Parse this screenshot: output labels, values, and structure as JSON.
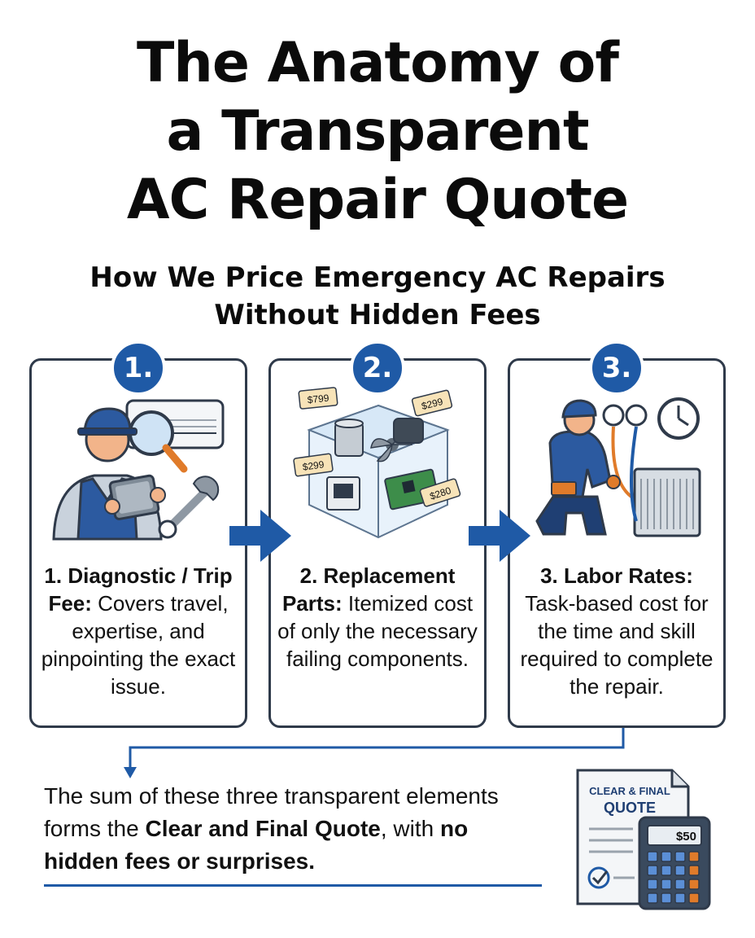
{
  "title": {
    "line1": "The Anatomy of",
    "line2": "a Transparent",
    "line3": "AC Repair Quote"
  },
  "subtitle": {
    "line1": "How We Price Emergency AC Repairs",
    "line2": "Without Hidden Fees"
  },
  "steps": [
    {
      "badge": "1.",
      "heading": "1. Diagnostic / Trip Fee:",
      "body": "Covers travel, expertise, and pinpointing the exact issue."
    },
    {
      "badge": "2.",
      "heading": "2. Replacement Parts:",
      "body": "Itemized cost of only the necessary failing components.",
      "price_tags": [
        "$799",
        "$299",
        "$299",
        "$280"
      ]
    },
    {
      "badge": "3.",
      "heading": "3. Labor Rates:",
      "body": "Task-based cost for the time and skill required to complete the repair."
    }
  ],
  "summary": {
    "part1": "The sum of these three transparent elements forms the ",
    "bold1": "Clear and Final Quote",
    "part2": ", with ",
    "bold2": "no hidden fees or surprises."
  },
  "quote_doc": {
    "title_line1": "CLEAR & FINAL",
    "title_line2": "QUOTE",
    "calc_display": "$50"
  },
  "colors": {
    "accent": "#1f5aa6",
    "outline": "#2f3a4a"
  }
}
